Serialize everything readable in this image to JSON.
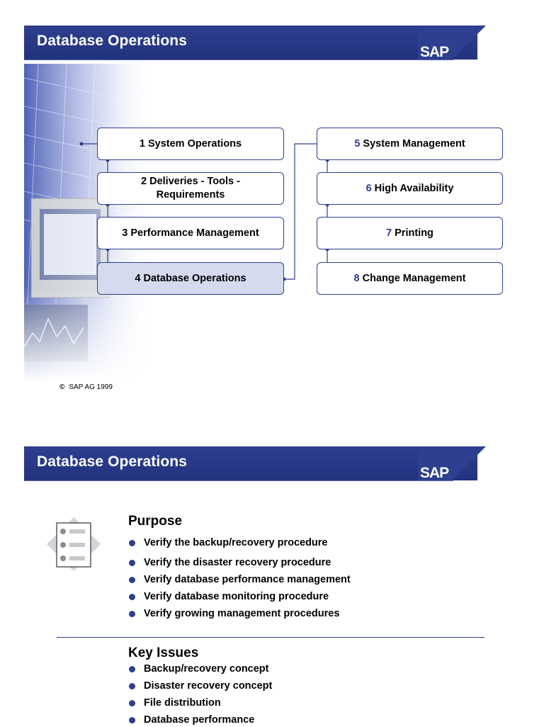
{
  "slide1": {
    "title": "Database Operations",
    "logo_text": "SAP",
    "copyright_symbol": "©",
    "copyright_text": "SAP AG 1999",
    "left_items": [
      {
        "num": "1",
        "label": "System Operations"
      },
      {
        "num": "2",
        "label": "Deliveries - Tools - Requirements"
      },
      {
        "num": "3",
        "label": "Performance Management"
      },
      {
        "num": "4",
        "label": "Database Operations"
      }
    ],
    "right_items": [
      {
        "num": "5",
        "label": "System Management"
      },
      {
        "num": "6",
        "label": "High Availability"
      },
      {
        "num": "7",
        "label": "Printing"
      },
      {
        "num": "8",
        "label": "Change Management"
      }
    ]
  },
  "slide2": {
    "title": "Database Operations",
    "logo_text": "SAP",
    "purpose_title": "Purpose",
    "purpose_items": [
      "Verify the backup/recovery procedure",
      "Verify the disaster recovery procedure",
      "Verify database performance management",
      "Verify database monitoring procedure",
      "Verify growing management procedures"
    ],
    "key_issues_title": "Key Issues",
    "key_issues_items": [
      "Backup/recovery concept",
      "Disaster recovery concept",
      "File distribution",
      "Database performance"
    ]
  },
  "colors": {
    "header_blue": "#2e3f8f",
    "active_box": "#d6daee"
  }
}
